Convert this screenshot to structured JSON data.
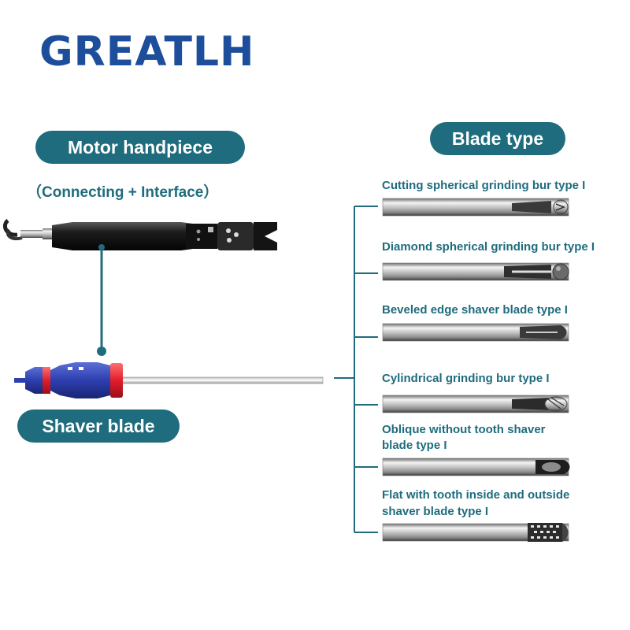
{
  "brand": {
    "logo_text": "GREATLH",
    "color": "#1d4e9c"
  },
  "accent_color": "#1f6c7e",
  "motor": {
    "title": "Motor handpiece",
    "subtitle": "（Connecting + Interface）"
  },
  "shaver": {
    "title": "Shaver blade"
  },
  "blades": {
    "title": "Blade type",
    "items": [
      {
        "label": "Cutting spherical grinding bur type I"
      },
      {
        "label": "Diamond spherical grinding bur type I"
      },
      {
        "label": "Beveled edge shaver blade type I"
      },
      {
        "label": "Cylindrical grinding bur type I"
      },
      {
        "label_line1": "Oblique without tooth shaver",
        "label_line2": "blade type I"
      },
      {
        "label_line1": "Flat with tooth inside and outside",
        "label_line2": "shaver blade type I"
      }
    ]
  }
}
